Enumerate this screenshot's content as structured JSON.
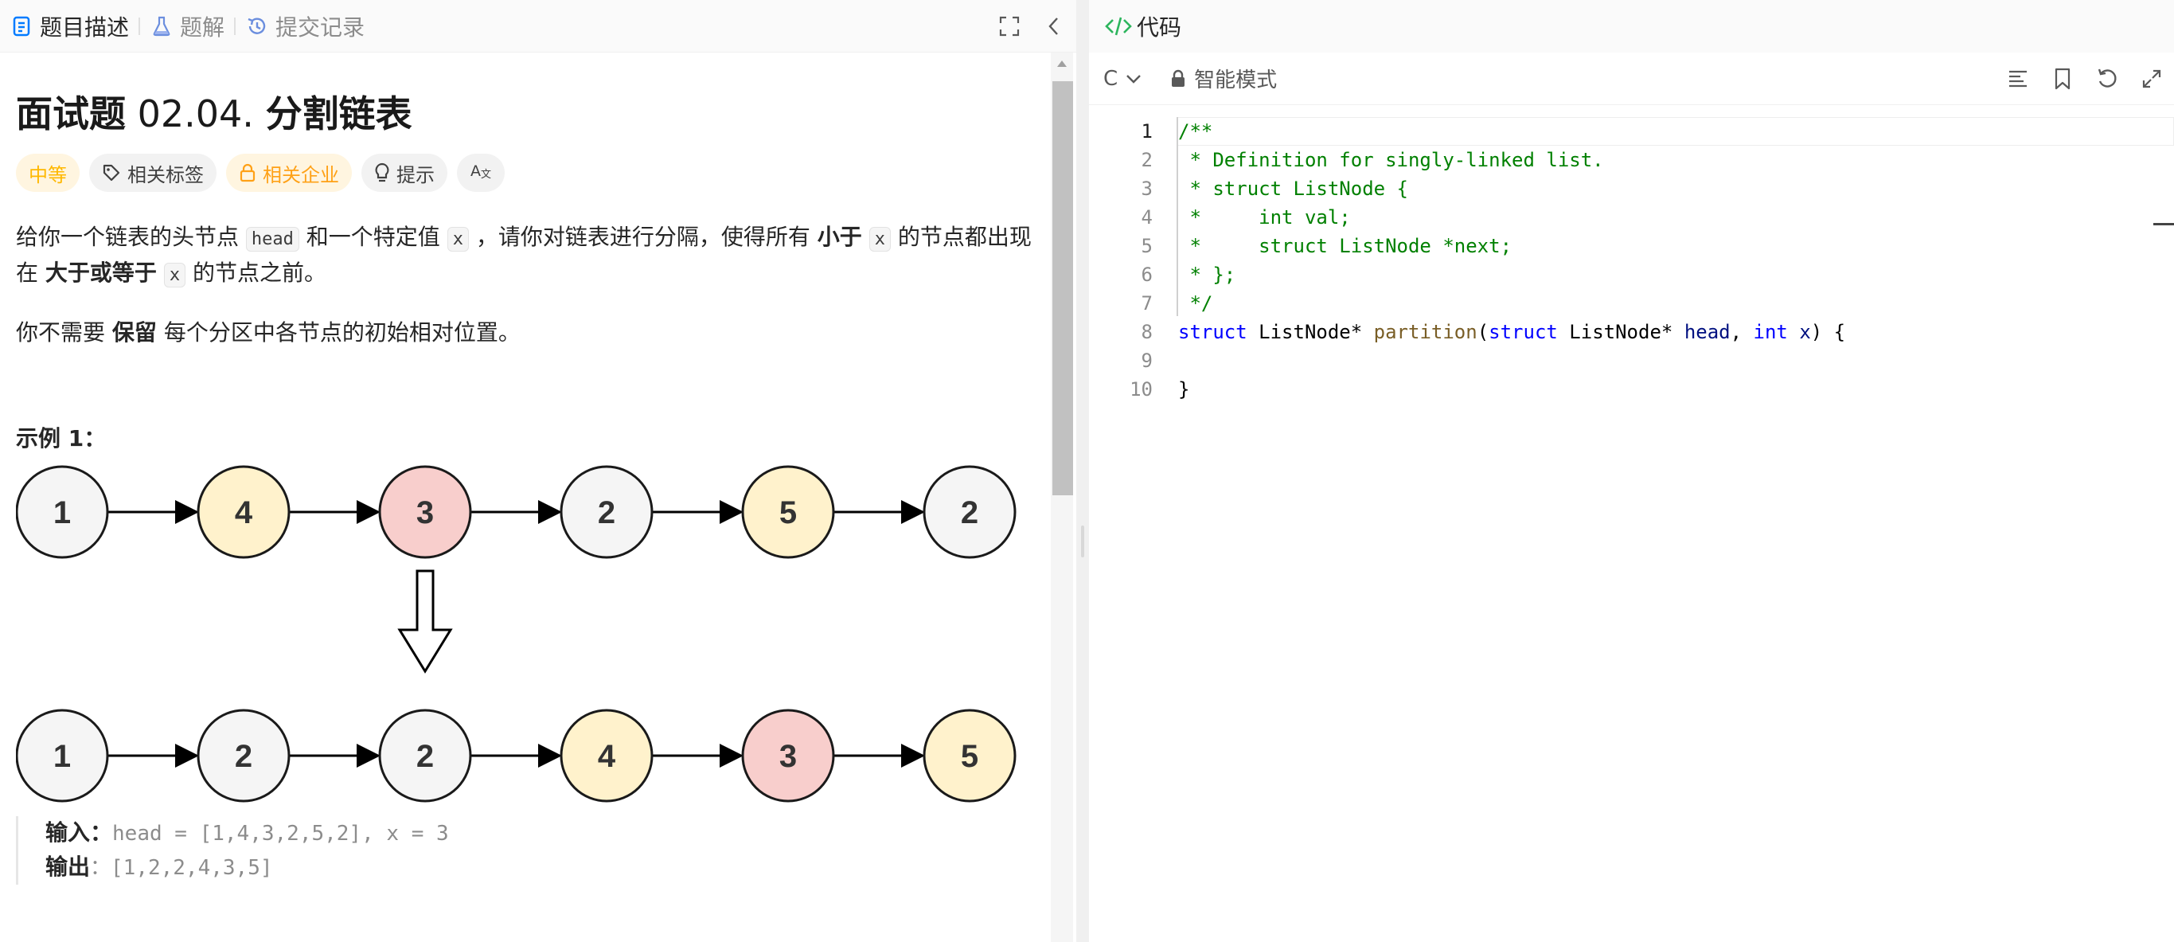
{
  "tabs": [
    {
      "label": "题目描述",
      "icon": "document-icon",
      "active": true
    },
    {
      "label": "题解",
      "icon": "flask-icon",
      "active": false
    },
    {
      "label": "提交记录",
      "icon": "history-icon",
      "active": false
    }
  ],
  "problem": {
    "title_prefix": "面试题",
    "title_number": " 02.04. ",
    "title_name": "分割链表",
    "tags": {
      "difficulty": "中等",
      "related_tags": "相关标签",
      "related_companies": "相关企业",
      "hint": "提示"
    },
    "desc1": {
      "a": "给你一个链表的头节点 ",
      "code1": "head",
      "b": " 和一个特定值 ",
      "code2": "x",
      "c": " ，请你对链表进行分隔，使得所有 ",
      "bold1": "小于",
      "code3": "x",
      "d": " 的节点都出现在 ",
      "bold2": "大于或等于",
      "code4": "x",
      "e": " 的节点之前。"
    },
    "desc2": {
      "a": "你不需要 ",
      "bold": "保留",
      "b": " 每个分区中各节点的初始相对位置。"
    },
    "example": {
      "title": "示例 1：",
      "input_label": "输入：",
      "input_value": "head = [1,4,3,2,5,2], x = 3",
      "output_label": "输出",
      "output_value": "：[1,2,2,4,3,5]",
      "diagram": {
        "top_row": [
          "1",
          "4",
          "3",
          "2",
          "5",
          "2"
        ],
        "top_colors": [
          "#f5f5f5",
          "#fff2cc",
          "#f8cecc",
          "#f5f5f5",
          "#fff2cc",
          "#f5f5f5"
        ],
        "bottom_row": [
          "1",
          "2",
          "2",
          "4",
          "3",
          "5"
        ],
        "bottom_colors": [
          "#f5f5f5",
          "#f5f5f5",
          "#f5f5f5",
          "#fff2cc",
          "#f8cecc",
          "#fff2cc"
        ]
      }
    }
  },
  "code_panel": {
    "title": "代码",
    "language": "C",
    "mode": "智能模式"
  },
  "code_lines": [
    {
      "num": "1",
      "tokens": [
        {
          "t": "/**",
          "c": "c-cmt"
        }
      ]
    },
    {
      "num": "2",
      "tokens": [
        {
          "t": " * Definition for singly-linked list.",
          "c": "c-cmt"
        }
      ]
    },
    {
      "num": "3",
      "tokens": [
        {
          "t": " * struct ListNode {",
          "c": "c-cmt"
        }
      ]
    },
    {
      "num": "4",
      "tokens": [
        {
          "t": " *     int val;",
          "c": "c-cmt"
        }
      ]
    },
    {
      "num": "5",
      "tokens": [
        {
          "t": " *     struct ListNode *next;",
          "c": "c-cmt"
        }
      ]
    },
    {
      "num": "6",
      "tokens": [
        {
          "t": " * };",
          "c": "c-cmt"
        }
      ]
    },
    {
      "num": "7",
      "tokens": [
        {
          "t": " */",
          "c": "c-cmt"
        }
      ]
    },
    {
      "num": "8",
      "tokens": [
        {
          "t": "struct",
          "c": "c-kw"
        },
        {
          "t": " ListNode* ",
          "c": ""
        },
        {
          "t": "partition",
          "c": "c-fn"
        },
        {
          "t": "(",
          "c": ""
        },
        {
          "t": "struct",
          "c": "c-kw"
        },
        {
          "t": " ListNode* ",
          "c": ""
        },
        {
          "t": "head",
          "c": "c-var"
        },
        {
          "t": ", ",
          "c": ""
        },
        {
          "t": "int",
          "c": "c-kw"
        },
        {
          "t": " ",
          "c": ""
        },
        {
          "t": "x",
          "c": "c-var"
        },
        {
          "t": ") {",
          "c": ""
        }
      ]
    },
    {
      "num": "9",
      "tokens": []
    },
    {
      "num": "10",
      "tokens": [
        {
          "t": "}",
          "c": ""
        }
      ]
    }
  ],
  "colors": {
    "accent_blue": "#007bff",
    "accent_green": "#2db55d",
    "difficulty": "#ffb800"
  }
}
